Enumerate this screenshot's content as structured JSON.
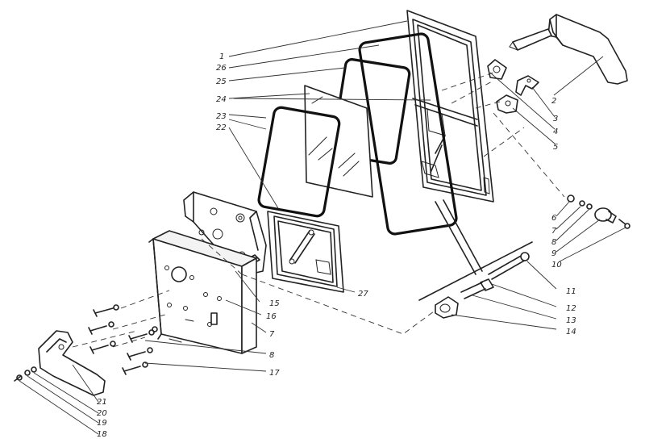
{
  "callouts": [
    {
      "id": "c1",
      "text": "1"
    },
    {
      "id": "c26",
      "text": "26"
    },
    {
      "id": "c25",
      "text": "25"
    },
    {
      "id": "c24",
      "text": "24"
    },
    {
      "id": "c23",
      "text": "23"
    },
    {
      "id": "c22",
      "text": "22"
    },
    {
      "id": "c2",
      "text": "2"
    },
    {
      "id": "c3",
      "text": "3"
    },
    {
      "id": "c4",
      "text": "4"
    },
    {
      "id": "c5",
      "text": "5"
    },
    {
      "id": "c6",
      "text": "6"
    },
    {
      "id": "c7r",
      "text": "7"
    },
    {
      "id": "c8r",
      "text": "8"
    },
    {
      "id": "c9",
      "text": "9"
    },
    {
      "id": "c10",
      "text": "10"
    },
    {
      "id": "c11",
      "text": "11"
    },
    {
      "id": "c12",
      "text": "12"
    },
    {
      "id": "c13",
      "text": "13"
    },
    {
      "id": "c14",
      "text": "14"
    },
    {
      "id": "c27",
      "text": "27"
    },
    {
      "id": "c15",
      "text": "15"
    },
    {
      "id": "c16",
      "text": "16"
    },
    {
      "id": "c7",
      "text": "7"
    },
    {
      "id": "c8",
      "text": "8"
    },
    {
      "id": "c17",
      "text": "17"
    },
    {
      "id": "c21",
      "text": "21"
    },
    {
      "id": "c20",
      "text": "20"
    },
    {
      "id": "c19",
      "text": "19"
    },
    {
      "id": "c18",
      "text": "18"
    }
  ]
}
